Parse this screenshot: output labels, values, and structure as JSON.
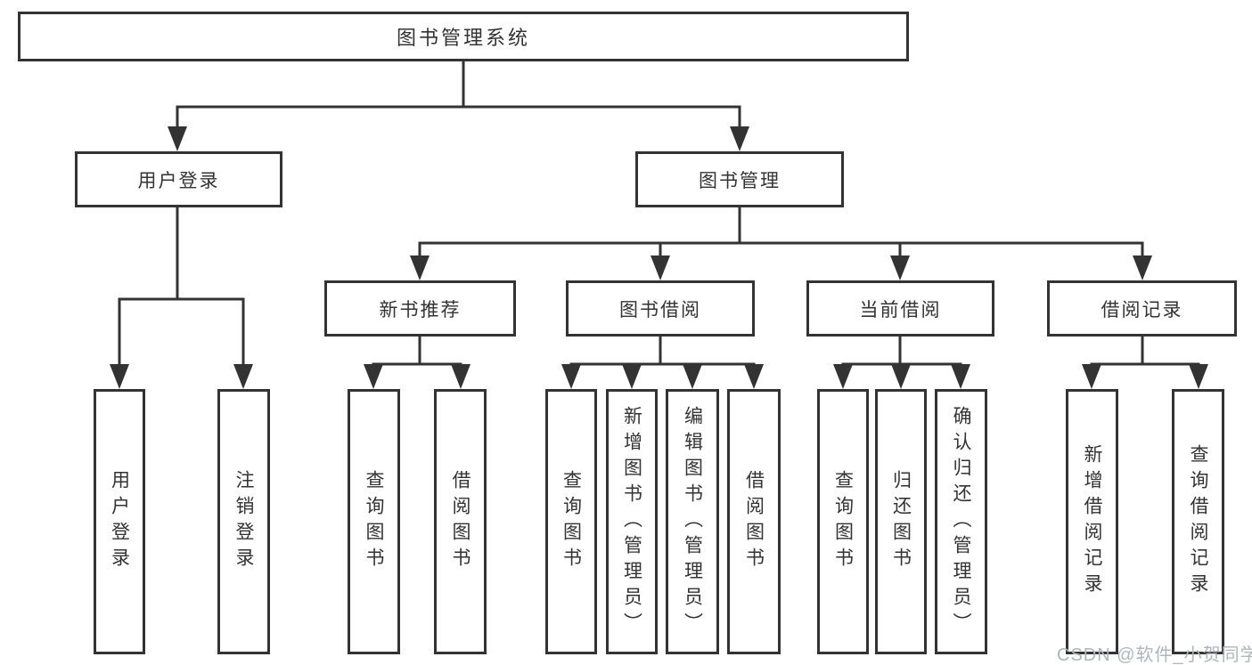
{
  "diagram": {
    "root": "图书管理系统",
    "branches": [
      {
        "label": "用户登录",
        "children": [
          "用户登录",
          "注销登录"
        ]
      },
      {
        "label": "图书管理",
        "children": [
          {
            "label": "新书推荐",
            "children": [
              "查询图书",
              "借阅图书"
            ]
          },
          {
            "label": "图书借阅",
            "children": [
              "查询图书",
              "新增图书（管理员）",
              "编辑图书（管理员）",
              "借阅图书"
            ]
          },
          {
            "label": "当前借阅",
            "children": [
              "查询图书",
              "归还图书",
              "确认归还（管理员）"
            ]
          },
          {
            "label": "借阅记录",
            "children": [
              "新增借阅记录",
              "查询借阅记录"
            ]
          }
        ]
      }
    ]
  },
  "watermark": {
    "text": "CSDN @软件_小贺同学",
    "color": "#b1b4b9"
  },
  "colors": {
    "line": "#333333",
    "text": "#333333",
    "background": "#ffffff"
  }
}
